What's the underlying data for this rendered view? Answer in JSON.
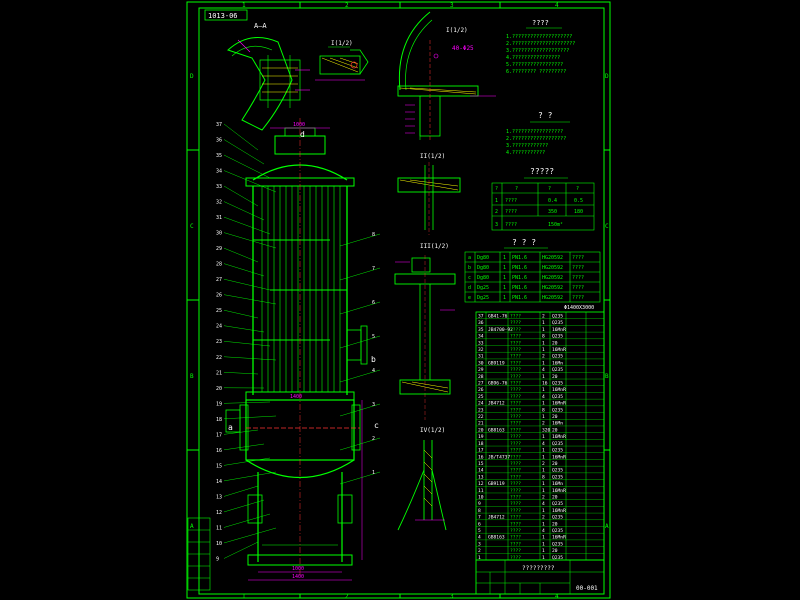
{
  "colors": {
    "background": "#000000",
    "frame": "#00ff00",
    "geometry": "#00ff00",
    "dimension": "#ff00ff",
    "text": "#ffffff",
    "centerline": "#ff3333",
    "hatch": "#ffff00"
  },
  "drawing_tag": "1013-06",
  "section_views": {
    "a": "A—A",
    "b": "I(1/2)",
    "c": "II(1/2)",
    "d": "III(1/2)",
    "e": "IV(1/2)"
  },
  "grid_top": [
    "1",
    "2",
    "3",
    "4"
  ],
  "grid_bottom": [
    "1",
    "2",
    "3",
    "4"
  ],
  "grid_side": [
    "D",
    "C",
    "B",
    "A"
  ],
  "vessel_labels": [
    "37",
    "36",
    "35",
    "34",
    "33",
    "32",
    "31",
    "30",
    "29",
    "28",
    "27",
    "26",
    "25",
    "24",
    "23",
    "22",
    "21",
    "20",
    "19",
    "18",
    "17",
    "16",
    "15",
    "14",
    "13",
    "12",
    "11",
    "10",
    "9",
    "8",
    "7",
    "6",
    "5",
    "4",
    "3",
    "2",
    "1"
  ],
  "nozzle_letters": [
    "a",
    "b",
    "c",
    "d",
    "e"
  ],
  "notes": {
    "title": "????",
    "lines": [
      "1.????????????????????",
      "2.?????????????????????",
      "3.???????????????????",
      "4.????????????????",
      "5.?????????????????",
      "6.???????? ?????????"
    ]
  },
  "requirements": {
    "title": "? ?",
    "lines": [
      "1.?????????????????",
      "2.??????????????????",
      "3.????????????",
      "4.???????????"
    ]
  },
  "tech_table": {
    "title": "?????",
    "header": [
      "?",
      "?",
      "?",
      "?"
    ],
    "rows": [
      [
        "1",
        "????",
        "0.4",
        "0.5"
      ],
      [
        "2",
        "????",
        "350",
        "180"
      ],
      [
        "3",
        "????",
        "",
        "150m²"
      ]
    ]
  },
  "nozzle_table": {
    "title": "? ? ?",
    "rows": [
      [
        "a",
        "Dg80",
        "1",
        "PN1.6",
        "HG20592",
        "????"
      ],
      [
        "b",
        "Dg80",
        "1",
        "PN1.6",
        "HG20592",
        "????"
      ],
      [
        "c",
        "Dg80",
        "1",
        "PN1.6",
        "HG20592",
        "????"
      ],
      [
        "d",
        "Dg25",
        "1",
        "PN1.6",
        "HG20592",
        "????"
      ],
      [
        "e",
        "Dg25",
        "1",
        "PN1.6",
        "HG20592",
        "????"
      ]
    ]
  },
  "bom": {
    "header_code": "Φ1400X3000",
    "rows": [
      [
        "37",
        "GB41-76",
        "????",
        "2",
        "Q235"
      ],
      [
        "36",
        "",
        "????",
        "1",
        "Q235"
      ],
      [
        "35",
        "JB4700-92",
        "????",
        "1",
        "16MnR"
      ],
      [
        "34",
        "",
        "????",
        "8",
        "Q235"
      ],
      [
        "33",
        "",
        "????",
        "1",
        "20"
      ],
      [
        "32",
        "",
        "????",
        "1",
        "16MnR"
      ],
      [
        "31",
        "",
        "????",
        "2",
        "Q235"
      ],
      [
        "30",
        "GB9119",
        "????",
        "1",
        "16Mn"
      ],
      [
        "29",
        "",
        "????",
        "4",
        "Q235"
      ],
      [
        "28",
        "",
        "????",
        "1",
        "20"
      ],
      [
        "27",
        "GB96-76",
        "????",
        "16",
        "Q235"
      ],
      [
        "26",
        "",
        "????",
        "1",
        "16MnR"
      ],
      [
        "25",
        "",
        "????",
        "4",
        "Q235"
      ],
      [
        "24",
        "JB4712",
        "????",
        "1",
        "16MnR"
      ],
      [
        "23",
        "",
        "????",
        "8",
        "Q235"
      ],
      [
        "22",
        "",
        "????",
        "1",
        "20"
      ],
      [
        "21",
        "",
        "????",
        "2",
        "16Mn"
      ],
      [
        "20",
        "GB8163",
        "????",
        "320",
        "20"
      ],
      [
        "19",
        "",
        "????",
        "1",
        "16MnR"
      ],
      [
        "18",
        "",
        "????",
        "4",
        "Q235"
      ],
      [
        "17",
        "",
        "????",
        "1",
        "Q235"
      ],
      [
        "16",
        "JB/T4737",
        "????",
        "1",
        "16MnR"
      ],
      [
        "15",
        "",
        "????",
        "2",
        "20"
      ],
      [
        "14",
        "",
        "????",
        "1",
        "Q235"
      ],
      [
        "13",
        "",
        "????",
        "8",
        "Q235"
      ],
      [
        "12",
        "GB9119",
        "????",
        "1",
        "16Mn"
      ],
      [
        "11",
        "",
        "????",
        "1",
        "16MnR"
      ],
      [
        "10",
        "",
        "????",
        "2",
        "20"
      ],
      [
        "9",
        "",
        "????",
        "4",
        "Q235"
      ],
      [
        "8",
        "",
        "????",
        "1",
        "16MnR"
      ],
      [
        "7",
        "JB4712",
        "????",
        "2",
        "Q235"
      ],
      [
        "6",
        "",
        "????",
        "1",
        "20"
      ],
      [
        "5",
        "",
        "????",
        "4",
        "Q235"
      ],
      [
        "4",
        "GB8163",
        "????",
        "1",
        "16MnR"
      ],
      [
        "3",
        "",
        "????",
        "1",
        "Q235"
      ],
      [
        "2",
        "",
        "????",
        "1",
        "20"
      ],
      [
        "1",
        "",
        "????",
        "1",
        "Q235"
      ]
    ]
  },
  "title_block": {
    "name": "?????????",
    "drawing_no": "00-001"
  },
  "dims": {
    "top_dn": "1000",
    "width": "1400",
    "bottom1": "1000",
    "bottom2": "1400",
    "detail_d": "40-Φ25"
  }
}
